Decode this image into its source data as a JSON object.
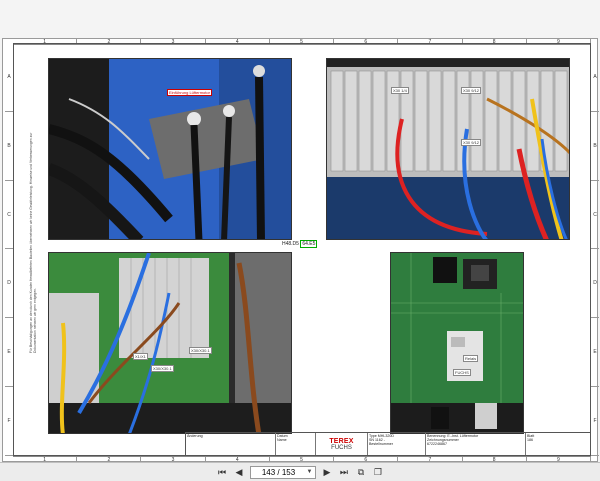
{
  "document": {
    "ruler_columns": [
      "1",
      "2",
      "3",
      "4",
      "5",
      "6",
      "7",
      "8",
      "9"
    ],
    "ruler_rows": [
      "A",
      "B",
      "C",
      "D",
      "E",
      "F"
    ],
    "side_note": "Für Beschädigungen an den durch den Kunden fremdlieferten Bauteilen übernehmen wir keine Gewährleistung. Hinweise und Verbesserungen zur Dokumentation nehmen wir gern entgegen.",
    "photos": {
      "photo1": {
        "callout": "Einführung Lüftermotor",
        "ref_prefix": "H48.D5",
        "ref_box": "64.E5"
      },
      "photo2": {
        "labels": [
          "X30 1/4",
          "X30 9/12",
          "X30 9/12"
        ]
      },
      "photo3": {
        "labels": [
          "X1/X1",
          "X30/X30.1",
          "X30/X30.1"
        ]
      },
      "photo4": {
        "labels": [
          "Relais",
          "FUCHS"
        ]
      }
    },
    "title_block": {
      "revisions_label": "Änderung",
      "date_label": "Datum",
      "name_label": "Name",
      "brand": "TEREX",
      "sub_brand": "FUCHS",
      "type_label": "Type",
      "type_value": "MHL320D",
      "serial_label": "SN",
      "serial_value": "1162 -",
      "order_label": "Bestellnummer",
      "desc_label": "Benennung:",
      "desc_value": "E.-Inst. Lüftermotor",
      "drawing_label": "Zeichnungsnummer",
      "drawing_value": "6722246867",
      "sheet_label": "Blatt",
      "sheet_value": "186"
    }
  },
  "toolbar": {
    "first_icon": "first-page-icon",
    "prev_icon": "prev-page-icon",
    "page_value": "143 / 153",
    "next_icon": "next-page-icon",
    "last_icon": "last-page-icon",
    "fit_icon": "fit-page-icon",
    "copy_icon": "copy-icon"
  }
}
